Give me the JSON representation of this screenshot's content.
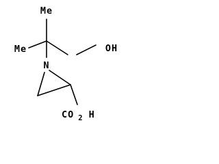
{
  "molecule": {
    "labels": {
      "me_top": "Me",
      "me_left": "Me",
      "hydroxyl": "OH",
      "nitrogen": "N",
      "acid_main": "CO",
      "acid_sub": "2",
      "acid_h": "H"
    }
  }
}
